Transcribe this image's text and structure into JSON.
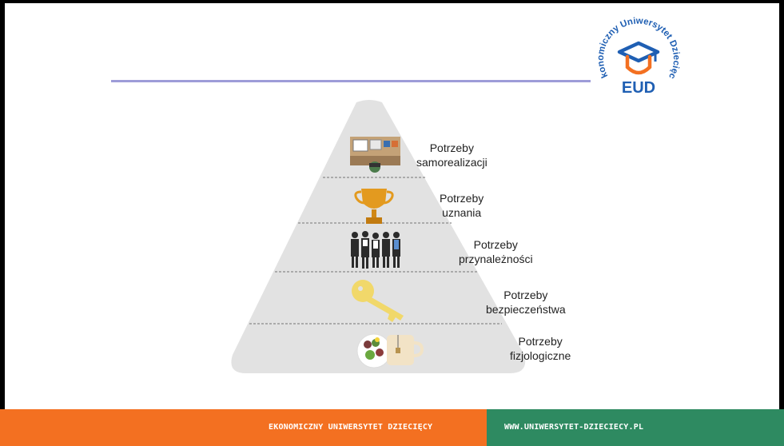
{
  "logo": {
    "ring_text": "Ekonomiczny Uniwersytet Dziecięcy",
    "abbr": "EUD",
    "colors": {
      "blue": "#1f5fb3",
      "orange": "#f37021"
    }
  },
  "pyramid": {
    "fill": "#e2e2e2",
    "levels": [
      {
        "line1": "Potrzeby",
        "line2": "samorealizacji",
        "icon": "desk-workspace-icon"
      },
      {
        "line1": "Potrzeby",
        "line2": "uznania",
        "icon": "trophy-icon"
      },
      {
        "line1": "Potrzeby",
        "line2": "przynależności",
        "icon": "people-group-icon"
      },
      {
        "line1": "Potrzeby",
        "line2": "bezpieczeństwa",
        "icon": "key-icon"
      },
      {
        "line1": "Potrzeby",
        "line2": "fizjologiczne",
        "icon": "food-and-drink-icon"
      }
    ]
  },
  "footer": {
    "left_text": "EKONOMICZNY UNIWERSYTET DZIECIĘCY",
    "right_text": "WWW.UNIWERSYTET-DZIECIECY.PL",
    "left_color": "#f37021",
    "right_color": "#2e8a61"
  }
}
